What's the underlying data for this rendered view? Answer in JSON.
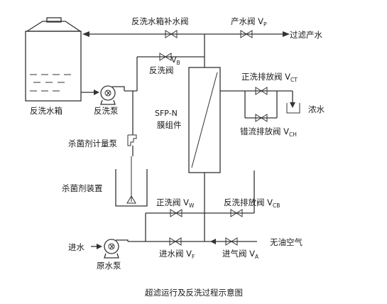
{
  "labels": {
    "backwash_tank_refill_valve": "反洗水箱补水阀",
    "product_water_valve": "产水阀 V",
    "product_water_valve_sub": "P",
    "filtered_water": "过滤产水",
    "backwash_valve": "反洗阀",
    "backwash_valve_vb": "V",
    "backwash_valve_vb_sub": "B",
    "forward_drain_valve": "正洗排放阀 V",
    "forward_drain_valve_sub": "CT",
    "concentrate": "浓水",
    "crossflow_drain_valve": "错流排放阀 V",
    "crossflow_drain_valve_sub": "CH",
    "backwash_tank": "反洗水箱",
    "backwash_pump": "反洗泵",
    "module_name": "SFP-N",
    "module_label": "膜组件",
    "dosing_pump": "杀菌剂计量泵",
    "disinfectant_unit": "杀菌剂装置",
    "forward_wash_valve": "正洗阀 V",
    "forward_wash_valve_sub": "W",
    "backwash_drain_valve": "反洗排放阀 V",
    "backwash_drain_valve_sub": "CB",
    "oil_free_air": "无油空气",
    "inlet_water": "进水",
    "raw_water_pump": "原水泵",
    "inlet_valve": "进水阀 V",
    "inlet_valve_sub": "F",
    "air_inlet_valve": "进气阀 V",
    "air_inlet_valve_sub": "A",
    "caption": "超滤运行及反洗过程示意图"
  }
}
